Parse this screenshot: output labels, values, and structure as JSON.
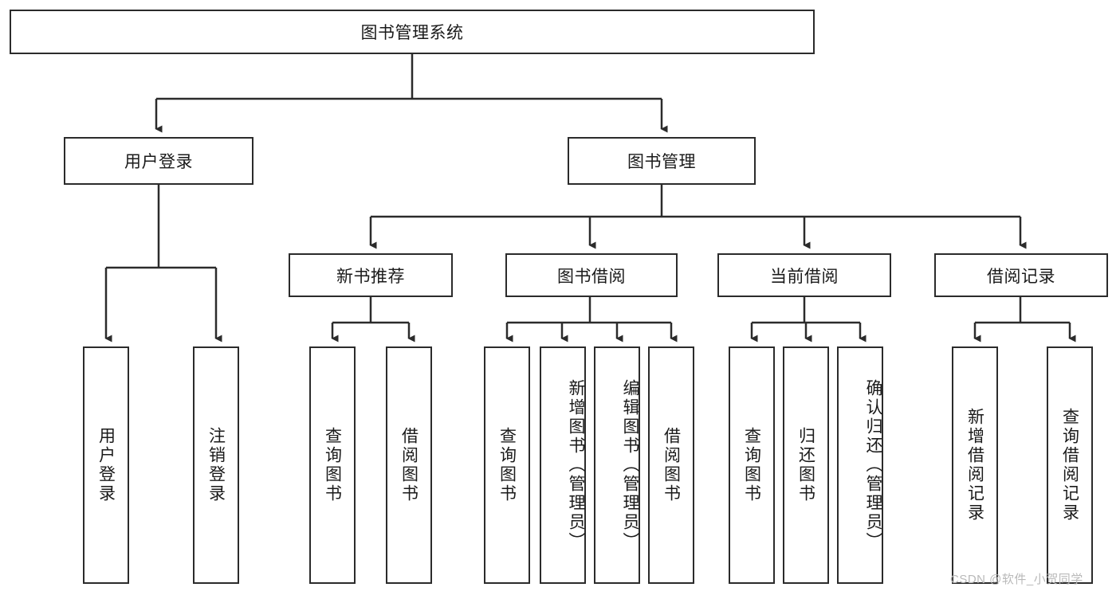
{
  "diagram": {
    "title_node": {
      "label": "图书管理系统"
    },
    "level2": [
      {
        "id": "user-login",
        "label": "用户登录"
      },
      {
        "id": "book-management",
        "label": "图书管理"
      }
    ],
    "level3": [
      {
        "id": "new-book-recommend",
        "label": "新书推荐"
      },
      {
        "id": "book-borrow",
        "label": "图书借阅"
      },
      {
        "id": "current-borrow",
        "label": "当前借阅"
      },
      {
        "id": "borrow-record",
        "label": "借阅记录"
      }
    ],
    "leaves": {
      "user_login": [
        {
          "id": "leaf-user-login",
          "label": "用户登录"
        },
        {
          "id": "leaf-user-logout",
          "label": "注销登录"
        }
      ],
      "new_book_recommend": [
        {
          "id": "leaf-query-book-1",
          "label": "查询图书"
        },
        {
          "id": "leaf-borrow-book-1",
          "label": "借阅图书"
        }
      ],
      "book_borrow": [
        {
          "id": "leaf-query-book-2",
          "label": "查询图书"
        },
        {
          "id": "leaf-add-book",
          "label": "新增图书（管理员）"
        },
        {
          "id": "leaf-edit-book",
          "label": "编辑图书（管理员）"
        },
        {
          "id": "leaf-borrow-book-2",
          "label": "借阅图书"
        }
      ],
      "current_borrow": [
        {
          "id": "leaf-query-book-3",
          "label": "查询图书"
        },
        {
          "id": "leaf-return-book",
          "label": "归还图书"
        },
        {
          "id": "leaf-confirm-return",
          "label": "确认归还（管理员）"
        }
      ],
      "borrow_record": [
        {
          "id": "leaf-add-record",
          "label": "新增借阅记录"
        },
        {
          "id": "leaf-query-record",
          "label": "查询借阅记录"
        }
      ]
    }
  },
  "watermark": {
    "text": "CSDN @软件_小贺同学"
  },
  "colors": {
    "stroke": "#2b2b2b",
    "fill": "#ffffff",
    "text": "#1a1a1a",
    "watermark": "#b9b9b9"
  }
}
